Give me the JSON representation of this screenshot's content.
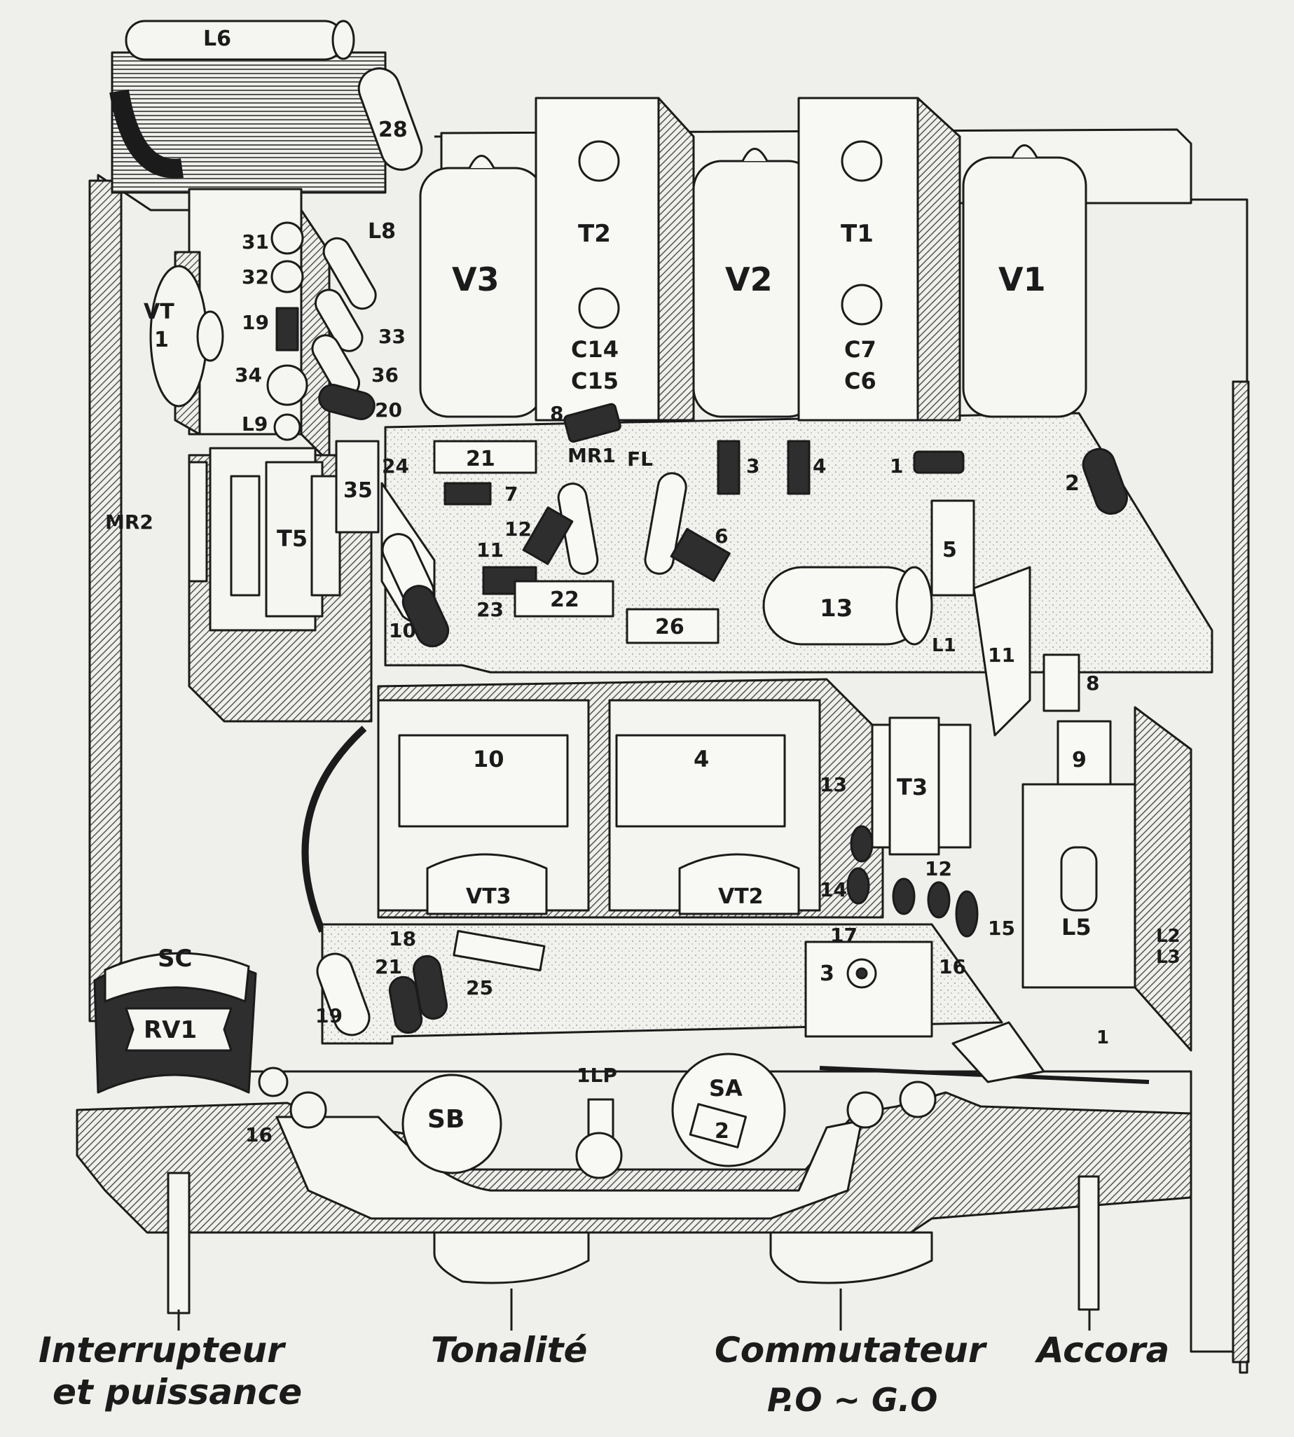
{
  "colors": {
    "paper": "#efefeb",
    "ink": "#1b1b1b",
    "hatch": "#555555",
    "dark_component": "#3a3a3a"
  },
  "labels": {
    "L6": "L6",
    "n28": "28",
    "V3": "V3",
    "V2": "V2",
    "V1": "V1",
    "T2": "T2",
    "T1": "T1",
    "C14": "C14",
    "C15": "C15",
    "C7": "C7",
    "C6": "C6",
    "n31": "31",
    "n32": "32",
    "n19_top": "19",
    "n34": "34",
    "L9": "L9",
    "L8": "L8",
    "n33": "33",
    "n36": "36",
    "n20": "20",
    "VT1_a": "VT",
    "VT1_b": "1",
    "MR2": "MR2",
    "T5": "T5",
    "n35": "35",
    "n24": "24",
    "n21_top": "21",
    "n7": "7",
    "n8_top": "8",
    "MR1": "MR1",
    "n12_top": "12",
    "n11_top": "11",
    "FL": "FL",
    "n6": "6",
    "n22": "22",
    "n23": "23",
    "n10_top": "10",
    "n26": "26",
    "n3": "3",
    "n4": "4",
    "n1_top": "1",
    "n2_top": "2",
    "n5": "5",
    "n13_top": "13",
    "L1": "L1",
    "n11_mid": "11",
    "n8_mid": "8",
    "n9": "9",
    "T3": "T3",
    "n10_mid": "10",
    "n4_mid": "4",
    "n13_mid": "13",
    "n14": "14",
    "n12_mid": "12",
    "n17": "17",
    "n15": "15",
    "n16_mid": "16",
    "VT3": "VT3",
    "VT2": "VT2",
    "L5": "L5",
    "L2": "L2",
    "L3": "L3",
    "SC": "SC",
    "RV1": "RV1",
    "n18": "18",
    "n21_bot": "21",
    "n25": "25",
    "n19_bot": "19",
    "n3_bot": "3",
    "n1_bot": "1",
    "n16_bot": "16",
    "SB": "SB",
    "ILP": "1LP",
    "SA": "SA",
    "n2_bot": "2"
  },
  "captions": {
    "interrupteur_1": "Interrupteur",
    "interrupteur_2": "et puissance",
    "tonalite": "Tonalité",
    "commutateur_1": "Commutateur",
    "commutateur_2": "P.O ~ G.O",
    "accord": "Accora"
  }
}
